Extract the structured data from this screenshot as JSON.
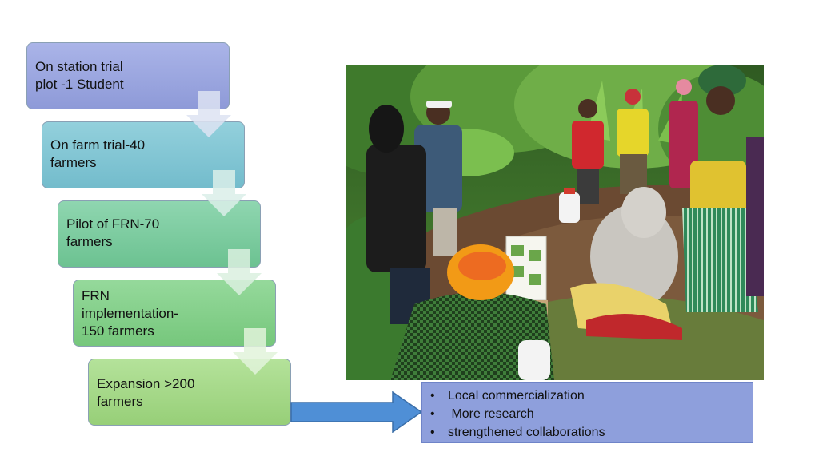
{
  "steps": [
    {
      "label_line1": "On station trial",
      "label_line2": "plot -1 Student"
    },
    {
      "label_line1": "On farm trial-40",
      "label_line2": "farmers"
    },
    {
      "label_line1": "Pilot of FRN-70",
      "label_line2": "farmers"
    },
    {
      "label_line1": "FRN",
      "label_line2": "implementation-",
      "label_line3": "150 farmers"
    },
    {
      "label_line1": "Expansion >200",
      "label_line2": "farmers"
    }
  ],
  "outcomes": [
    "Local commercialization",
    " More research",
    "strengthened collaborations"
  ]
}
